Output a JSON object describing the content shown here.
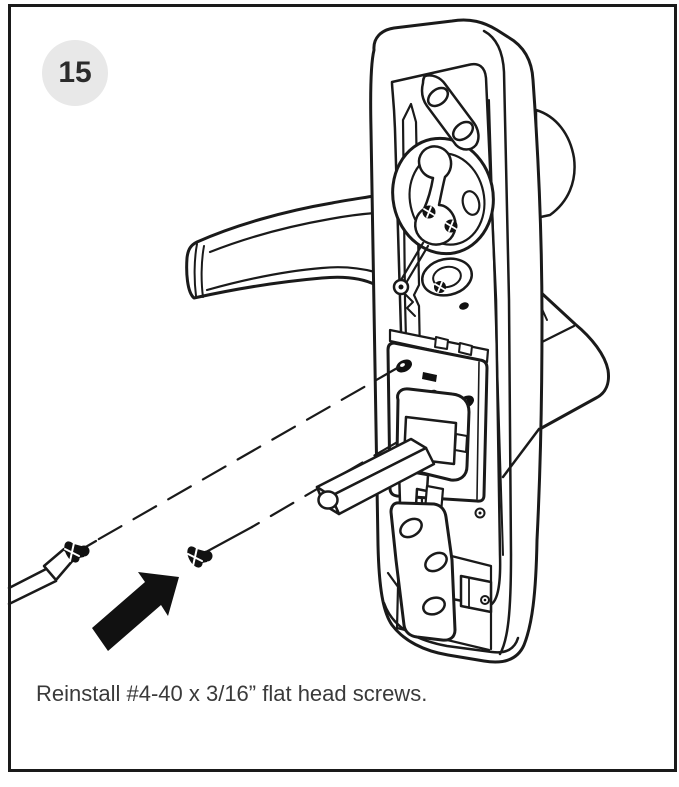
{
  "page": {
    "background_color": "#ffffff",
    "frame_border_color": "#1a1a1a",
    "line_art_color": "#1a1a1a"
  },
  "step_badge": {
    "number": "15",
    "background_color": "#e8e8e8",
    "text_color": "#2b2b2b"
  },
  "caption": {
    "text": "Reinstall #4-40 x 3/16” flat head screws.",
    "color": "#3a3a3a"
  },
  "illustration": {
    "subject": "Rear view of lock chassis / escutcheon assembly with inside lever removed cover",
    "parts": [
      "lock-body-escutcheon",
      "inside-lever-handle",
      "outside-lever-handle",
      "outside-rose-bump",
      "lock-cylinder-mechanism",
      "top-linkage-strip",
      "mounting-plate",
      "mounting-plate-screw-holes",
      "spindle-clamp",
      "square-spindle-shaft",
      "bottom-linkage-strip",
      "flat-head-screw-left",
      "flat-head-screw-right",
      "screwdriver-tip",
      "dashed-alignment-line-upper",
      "dashed-alignment-line-lower",
      "direction-arrow"
    ],
    "screw_spec": "#4-40 x 3/16” flat head",
    "arrow_color": "#111111"
  }
}
